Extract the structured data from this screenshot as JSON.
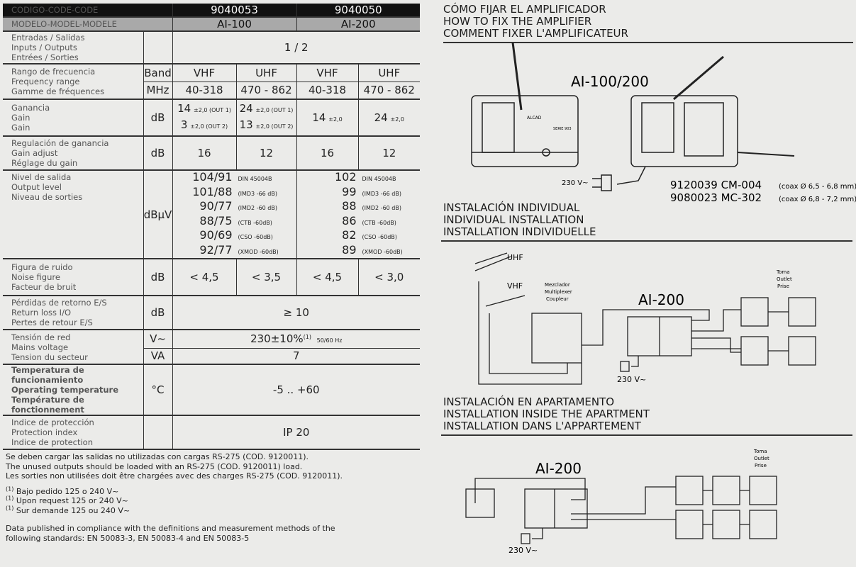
{
  "table": {
    "header_code_label": "CODIGO-CODE-CODE",
    "header_model_label": "MODELO-MODEL-MODELE",
    "codes": [
      "9040053",
      "9040050"
    ],
    "models": [
      "AI-100",
      "AI-200"
    ],
    "inputs": {
      "labels": [
        "Entradas / Salidas",
        "Inputs / Outputs",
        "Entrées / Sorties"
      ],
      "value": "1 / 2"
    },
    "frequency": {
      "labels": [
        "Rango de frecuencia",
        "Frequency range",
        "Gamme de fréquences"
      ],
      "unit_band": "Band",
      "unit_mhz": "MHz",
      "bands": [
        "VHF",
        "UHF",
        "VHF",
        "UHF"
      ],
      "ranges": [
        "40-318",
        "470 - 862",
        "40-318",
        "470 - 862"
      ]
    },
    "gain": {
      "labels": [
        "Ganancia",
        "Gain",
        "Gain"
      ],
      "unit": "dB",
      "ai100_vhf": [
        {
          "v": "14",
          "t": "±2,0 (OUT 1)"
        },
        {
          "v": "3",
          "t": "±2,0 (OUT 2)"
        }
      ],
      "ai100_uhf": [
        {
          "v": "24",
          "t": "±2,0 (OUT 1)"
        },
        {
          "v": "13",
          "t": "±2,0 (OUT 2)"
        }
      ],
      "ai200_vhf": {
        "v": "14",
        "t": "±2,0"
      },
      "ai200_uhf": {
        "v": "24",
        "t": "±2,0"
      }
    },
    "gain_adjust": {
      "labels": [
        "Regulación de ganancia",
        "Gain adjust",
        "Réglage du gain"
      ],
      "unit": "dB",
      "values": [
        "16",
        "12",
        "16",
        "12"
      ]
    },
    "output_level": {
      "labels": [
        "Nivel de salida",
        "Output level",
        "Niveau de sorties"
      ],
      "unit": "dBµV",
      "ai100": [
        [
          "104/91",
          "DIN 45004B"
        ],
        [
          "101/88",
          "(IMD3 -66 dB)"
        ],
        [
          "90/77",
          "(IMD2 -60 dB)"
        ],
        [
          "88/75",
          "(CTB -60dB)"
        ],
        [
          "90/69",
          "(CSO -60dB)"
        ],
        [
          "92/77",
          "(XMOD -60dB)"
        ]
      ],
      "ai200": [
        [
          "102",
          "DIN 45004B"
        ],
        [
          "99",
          "(IMD3 -66 dB)"
        ],
        [
          "88",
          "(IMD2 -60 dB)"
        ],
        [
          "86",
          "(CTB -60dB)"
        ],
        [
          "82",
          "(CSO -60dB)"
        ],
        [
          "89",
          "(XMOD -60dB)"
        ]
      ]
    },
    "noise": {
      "labels": [
        "Figura de ruido",
        "Noise figure",
        "Facteur de bruit"
      ],
      "unit": "dB",
      "values": [
        "< 4,5",
        "< 3,5",
        "< 4,5",
        "< 3,0"
      ]
    },
    "return_loss": {
      "labels": [
        "Pérdidas de retorno E/S",
        "Return loss I/O",
        "Pertes de retour E/S"
      ],
      "unit": "dB",
      "value": "≥ 10"
    },
    "mains": {
      "labels": [
        "Tensión de red",
        "Mains voltage",
        "Tension du secteur"
      ],
      "unit": "V~",
      "value": "230±10%",
      "sup": "(1)",
      "freq": "50/60 Hz"
    },
    "power": {
      "unit": "VA",
      "value": "7"
    },
    "temperature": {
      "labels": [
        "Temperatura de funcionamiento",
        "Operating temperature",
        "Température de fonctionnement"
      ],
      "unit": "°C",
      "value": "-5 .. +60"
    },
    "protection": {
      "labels": [
        "Indice de protección",
        "Protection index",
        "Indice de protection"
      ],
      "value": "IP 20"
    }
  },
  "notes": {
    "unused": [
      "Se deben cargar las salidas no utilizadas con cargas RS-275 (COD. 9120011).",
      "The unused outputs should be loaded with an RS-275 (COD. 9120011) load.",
      "Les sorties non utilisées doit être chargées avec des charges RS-275 (COD. 9120011)."
    ],
    "footnote_mark": "(1)",
    "footnotes": [
      "Bajo pedido 125 o 240 V~",
      "Upon request 125 or 240 V~",
      "Sur demande 125 ou 240 V~"
    ],
    "standards": [
      "Data published in compliance with the definitions and measurement methods of the",
      "following standards: EN 50083-3, EN 50083-4 and EN 50083-5"
    ]
  },
  "fixing": {
    "title": [
      "CÓMO FIJAR EL AMPLIFICADOR",
      "HOW TO FIX THE AMPLIFIER",
      "COMMENT FIXER L'AMPLIFICATEUR"
    ],
    "model": "AI-100/200",
    "voltage": "230 V~",
    "brand": "ALCAD",
    "series": "SERIE 903",
    "connectors": [
      {
        "code": "9120039 CM-004",
        "spec": "(coax Ø 6,5 - 6,8 mm)"
      },
      {
        "code": "9080023 MC-302",
        "spec": "(coax Ø 6,8 - 7,2 mm)"
      }
    ]
  },
  "individual": {
    "title": [
      "INSTALACIÓN INDIVIDUAL",
      "INDIVIDUAL INSTALLATION",
      "INSTALLATION INDIVIDUELLE"
    ],
    "uhf": "UHF",
    "vhf": "VHF",
    "mixer": [
      "Mezclador",
      "Multiplexer",
      "Coupleur"
    ],
    "model": "AI-200",
    "outlet": [
      "Toma",
      "Outlet",
      "Prise"
    ],
    "voltage": "230 V~"
  },
  "apartment": {
    "title": [
      "INSTALACIÓN EN APARTAMENTO",
      "INSTALLATION INSIDE THE APARTMENT",
      "INSTALLATION DANS L'APPARTEMENT"
    ],
    "model": "AI-200",
    "outlet": [
      "Toma",
      "Outlet",
      "Prise"
    ],
    "voltage": "230 V~"
  }
}
